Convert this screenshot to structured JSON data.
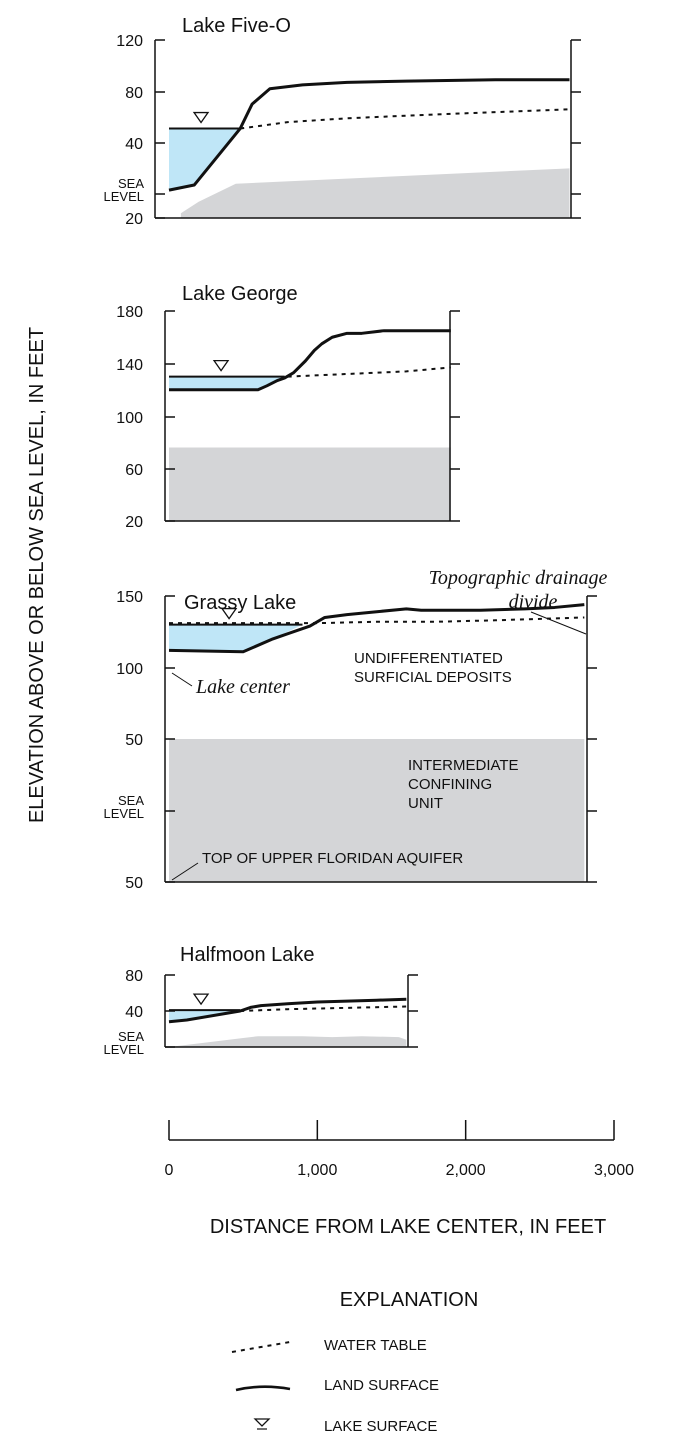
{
  "chart_data": [
    {
      "type": "area",
      "title": "Lake Five-O",
      "y_tick_labels": [
        "20",
        "SEA LEVEL",
        "40",
        "80",
        "120"
      ],
      "lake_surface": [
        [
          0,
          51
        ],
        [
          480,
          51
        ]
      ],
      "land_surface": [
        [
          0,
          3
        ],
        [
          170,
          7
        ],
        [
          480,
          51
        ],
        [
          560,
          70
        ],
        [
          680,
          82
        ],
        [
          900,
          85
        ],
        [
          1200,
          87
        ],
        [
          1600,
          88
        ],
        [
          2200,
          89
        ],
        [
          2700,
          89
        ]
      ],
      "water_table": [
        [
          480,
          51
        ],
        [
          800,
          56
        ],
        [
          1200,
          59
        ],
        [
          1800,
          62
        ],
        [
          2700,
          66
        ]
      ],
      "confining_unit_top": [
        [
          80,
          -15
        ],
        [
          200,
          -6
        ],
        [
          450,
          8
        ],
        [
          2700,
          20
        ]
      ]
    },
    {
      "type": "area",
      "title": "Lake George",
      "y_tick_labels": [
        "20",
        "60",
        "100",
        "140",
        "180"
      ],
      "lake_surface": [
        [
          0,
          130
        ],
        [
          780,
          130
        ]
      ],
      "land_surface": [
        [
          0,
          120
        ],
        [
          600,
          120
        ],
        [
          660,
          123
        ],
        [
          730,
          127
        ],
        [
          780,
          129
        ],
        [
          840,
          133
        ],
        [
          920,
          142
        ],
        [
          980,
          150
        ],
        [
          1030,
          155
        ],
        [
          1100,
          160
        ],
        [
          1200,
          163
        ],
        [
          1300,
          163
        ],
        [
          1450,
          165
        ],
        [
          1900,
          165
        ]
      ],
      "water_table": [
        [
          800,
          130
        ],
        [
          1200,
          132
        ],
        [
          1600,
          134
        ],
        [
          1900,
          137
        ]
      ],
      "confining_unit_top": [
        [
          0,
          76
        ],
        [
          1900,
          76
        ]
      ]
    },
    {
      "type": "area",
      "title": "Grassy Lake",
      "y_tick_labels": [
        "50",
        "SEA LEVEL",
        "50",
        "100",
        "150"
      ],
      "lake_surface": [
        [
          0,
          130
        ],
        [
          900,
          130
        ]
      ],
      "land_surface": [
        [
          0,
          112
        ],
        [
          500,
          111
        ],
        [
          700,
          120
        ],
        [
          950,
          129
        ],
        [
          1050,
          135
        ],
        [
          1200,
          137
        ],
        [
          1400,
          139
        ],
        [
          1600,
          141
        ],
        [
          1700,
          140
        ],
        [
          2100,
          140
        ],
        [
          2400,
          141
        ],
        [
          2600,
          142
        ],
        [
          2800,
          144
        ]
      ],
      "water_table": [
        [
          0,
          131
        ],
        [
          600,
          131
        ],
        [
          1000,
          131
        ],
        [
          1400,
          132
        ],
        [
          1800,
          132
        ],
        [
          2200,
          133
        ],
        [
          2800,
          135
        ]
      ],
      "confining_unit_top": [
        [
          0,
          50
        ],
        [
          2800,
          50
        ]
      ],
      "annotations": [
        "Topographic drainage",
        "divide",
        "Lake center",
        "UNDIFFERENTIATED",
        "SURFICIAL DEPOSITS",
        "INTERMEDIATE",
        "CONFINING",
        "UNIT",
        "TOP OF UPPER FLORIDAN AQUIFER"
      ]
    },
    {
      "type": "area",
      "title": "Halfmoon Lake",
      "y_tick_labels": [
        "SEA LEVEL",
        "40",
        "80"
      ],
      "lake_surface": [
        [
          0,
          41
        ],
        [
          480,
          41
        ]
      ],
      "land_surface": [
        [
          0,
          28
        ],
        [
          120,
          30
        ],
        [
          480,
          40
        ],
        [
          550,
          44
        ],
        [
          620,
          46
        ],
        [
          800,
          48
        ],
        [
          1000,
          50
        ],
        [
          1200,
          51
        ],
        [
          1400,
          52
        ],
        [
          1600,
          53
        ]
      ],
      "water_table": [
        [
          480,
          40
        ],
        [
          800,
          42
        ],
        [
          1200,
          43.5
        ],
        [
          1600,
          45
        ]
      ],
      "confining_unit_top": [
        [
          0,
          0
        ],
        [
          300,
          6
        ],
        [
          500,
          10
        ],
        [
          600,
          12
        ],
        [
          900,
          12
        ],
        [
          1100,
          11
        ],
        [
          1300,
          12
        ],
        [
          1550,
          11
        ],
        [
          1600,
          8
        ]
      ]
    }
  ],
  "x_axis": {
    "ticks": [
      0,
      1000,
      2000,
      3000
    ],
    "tick_labels": [
      "0",
      "1,000",
      "2,000",
      "3,000"
    ],
    "label": "DISTANCE FROM LAKE CENTER, IN FEET",
    "range": [
      0,
      3000
    ]
  },
  "y_axis_label": "ELEVATION ABOVE OR BELOW SEA LEVEL, IN FEET",
  "explanation": {
    "heading": "EXPLANATION",
    "items": [
      {
        "symbol": "dashed-line",
        "label": "WATER TABLE"
      },
      {
        "symbol": "solid-line",
        "label": "LAND SURFACE"
      },
      {
        "symbol": "lake-surface-icon",
        "label": "LAKE SURFACE"
      }
    ]
  },
  "colors": {
    "lake": "#bfe6f7",
    "confining_unit": "#d4d5d7",
    "line": "#111111"
  }
}
